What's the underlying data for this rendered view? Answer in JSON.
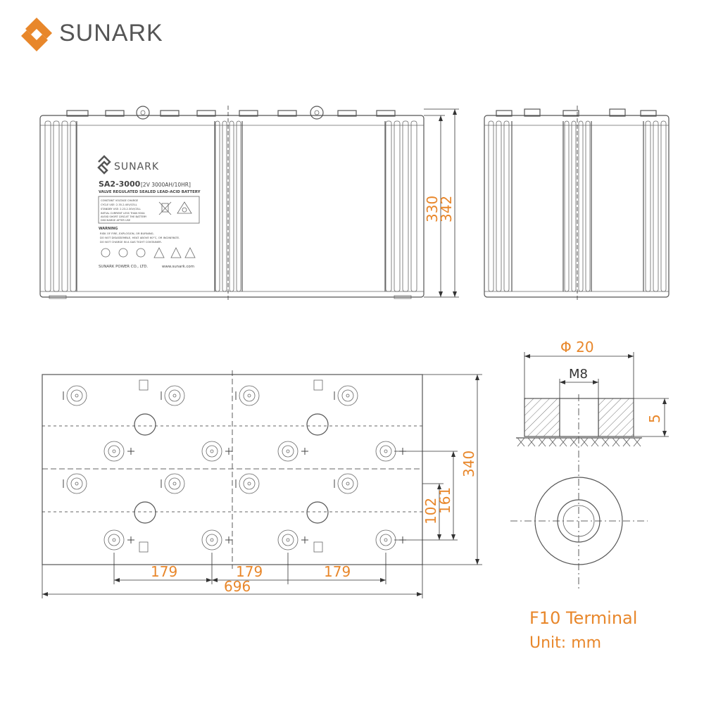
{
  "brand": {
    "name": "SUNARK",
    "accent_color": "#e8872b",
    "text_color": "#555555"
  },
  "label": {
    "model": "SA2-3000",
    "rating": "[2V 3000AH/10HR]",
    "type": "VALVE REGULATED SEALED LEAD-ACID BATTERY",
    "voltage_heading": "CONSTANT VOLTAGE CHARGE",
    "voltage_line1": "CYCLE USE: 2.35-2.40V/CELL",
    "voltage_line2": "STANDBY USE: 2.23-2.30V/CELL",
    "voltage_line3": "INITIAL CURRENT LESS THAN 900A",
    "voltage_line4": "AVOID SHORT CIRCUIT THE BATTERY",
    "voltage_line5": "DISCHARGE AFTER USE",
    "warning_heading": "WARNING",
    "warning_line1": "RISK OF FIRE, EXPLOSION, OR BURNING.",
    "warning_line2": "DO NOT DISASSEMBLE, HEAT ABOVE 60°C, OR INCINERATE.",
    "warning_line3": "DO NOT CHARGE IN A GAS TIGHT CONTAINER.",
    "company": "SUNARK POWER CO., LTD.",
    "website": "www.sunark.com"
  },
  "dimensions": {
    "height_body": "330",
    "height_total": "342",
    "width_total": "696",
    "pitch_1": "179",
    "pitch_2": "179",
    "pitch_3": "179",
    "depth": "340",
    "offset_102": "102",
    "offset_161": "161",
    "terminal_diameter": "Φ 20",
    "thread": "M8",
    "terminal_height": "5"
  },
  "notes": {
    "terminal": "F10 Terminal",
    "unit": "Unit: mm"
  }
}
